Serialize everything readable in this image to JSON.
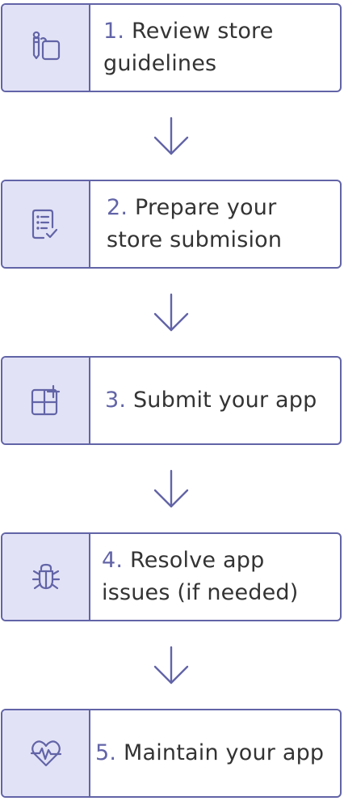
{
  "steps": [
    {
      "number": "1.",
      "text_line1": "Review store",
      "text_line2": "guidelines",
      "icon": "guidelines-icon"
    },
    {
      "number": "2.",
      "text_line1": "Prepare your",
      "text_line2": "store submision",
      "icon": "checklist-icon"
    },
    {
      "number": "3.",
      "text_line1": "Submit your app",
      "text_line2": "",
      "icon": "add-app-icon"
    },
    {
      "number": "4.",
      "text_line1": "Resolve app",
      "text_line2": "issues (if needed)",
      "icon": "bug-icon"
    },
    {
      "number": "5.",
      "text_line1": "Maintain your app",
      "text_line2": "",
      "icon": "heart-pulse-icon"
    }
  ],
  "colors": {
    "accent": "#6264a7",
    "icon_background": "#e2e2f6",
    "text": "#333333"
  }
}
